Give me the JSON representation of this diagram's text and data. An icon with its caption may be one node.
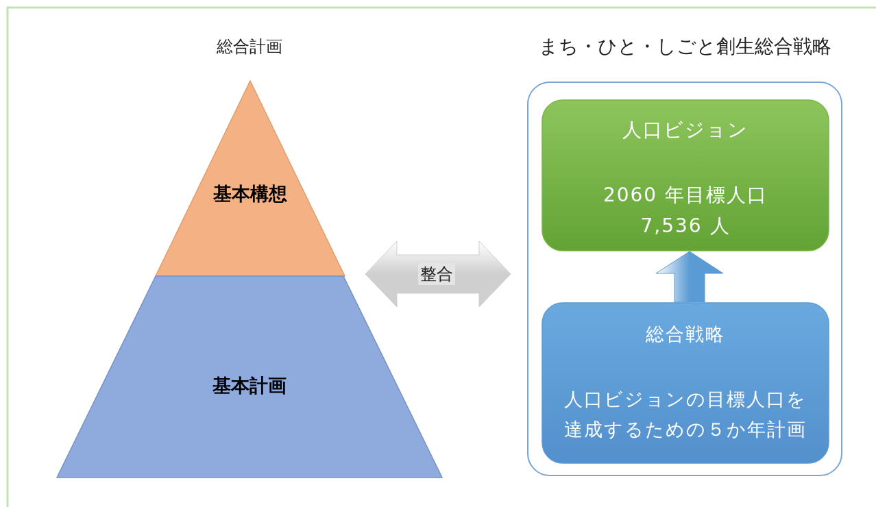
{
  "diagram": {
    "nodes": [
      {
        "text": [
          "総合計画"
        ]
      },
      {
        "text": [
          "基本構想"
        ],
        "in": 0
      },
      {
        "text": [
          "基本計画"
        ],
        "in": 0
      },
      {
        "text": [
          "まち・ひと・しごと創生総合戦略"
        ]
      },
      {
        "text": [
          "人口ビジョン",
          "2060 年目標人口 7,536 人"
        ],
        "in": 3
      },
      {
        "text": [
          "総合戦略",
          "人口ビジョンの目標人口を達成するための５か年計画"
        ],
        "in": 3
      }
    ],
    "edges": [
      {
        "from": 0,
        "to": 3,
        "arrow": "both",
        "label": "整合",
        "style": "thick",
        "color": "#cfcfcf"
      },
      {
        "from": 5,
        "to": 4,
        "arrow": "to",
        "style": "thick",
        "color": "#5b9bd5"
      }
    ]
  }
}
